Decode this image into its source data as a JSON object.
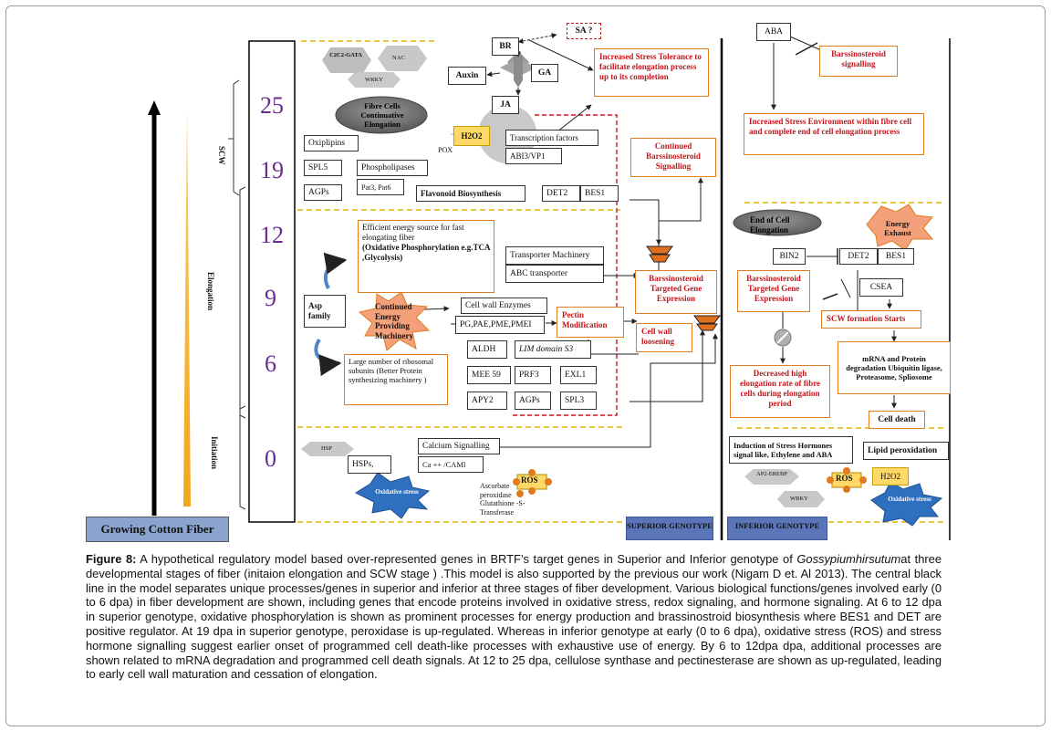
{
  "axis": {
    "growing_label": "Growing Cotton Fiber",
    "stages": {
      "scw": "SCW",
      "elongation": "Elongation",
      "initiation": "Initiation"
    },
    "dpa": [
      "25",
      "19",
      "12",
      "9",
      "6",
      "0"
    ]
  },
  "superior": {
    "hexes": {
      "c2c2": "C2C2-GATA",
      "nac": "NAC",
      "wrky": "WRKY"
    },
    "fibre_cells": "Fibre Cells Continuative Elongation",
    "h2o2": "H2O2",
    "pox": "POX",
    "oxiplipins": "Oxiplipins",
    "spl5": "SPL5",
    "agps_top": "AGPs",
    "phospholipases": "Phospholipases",
    "pat": "Pat3, Pat6",
    "flavonoid": "Flavonoid Biosynthesis",
    "transcription_factors": "Transcription factors",
    "abi3": "ABI3/VP1",
    "det2": "DET2",
    "bes1": "BES1",
    "hormones": {
      "br": "BR",
      "auxin": "Auxin",
      "ga": "GA",
      "ja": "JA",
      "sa": "SA ?"
    },
    "stress_tolerance": "Increased Stress Tolerance to facilitate elongation process up to its completion",
    "continued_brs": "Continued Barssinosteroid Signalling",
    "efficient_energy": "Efficient energy source for fast elongating fiber",
    "oxidative_phos": "(Oxidative Phosphorylation e.g.TCA ,Glycolysis)",
    "transporter": "Transporter Machinery",
    "abc": "ABC transporter",
    "asp": "Asp family",
    "energy_machinery": "Continued Energy Providing Machinery",
    "cell_wall_enzymes": "Cell wall Enzymes",
    "pg": "PG,PAE,PME,PMEI",
    "pectin": "Pectin Modification",
    "brs_target": "Barssinosteroid Targeted Gene Expression",
    "cell_wall_loosening": "Cell wall loosening",
    "aldh": "ALDH",
    "lim": "LIM domain S3",
    "mee59": "MEE 59",
    "prf3": "PRF3",
    "exl1": "EXL1",
    "apy2": "APY2",
    "agps": "AGPs",
    "spl3": "SPL3",
    "ribosomal": "Large number of ribosomal subunits (Better Protein synthesizing machinery )",
    "hsp": "HSP",
    "hsps": "HSPs,",
    "calcium": "Calcium Signalling",
    "cam": "Ca ++ /CAMl",
    "ros": "ROS",
    "ascorbate": "Ascorbate peroxidase Glutathione -S-Transferase",
    "oxidative_stress": "Oxidative stress",
    "genotype": "SUPERIOR GENOTYPE"
  },
  "inferior": {
    "aba": "ABA",
    "brs_signal": "Barssinosteroid signalling",
    "stress_env": "Increased Stress Environment within fibre cell and complete end of cell elongation process",
    "end_of_elongation": "End of Cell Elongation",
    "energy_exhaust": "Energy Exhaust",
    "bin2": "BIN2",
    "det2": "DET2",
    "bes1": "BES1",
    "brs_target": "Barssinosteroid Targeted Gene Expression",
    "cesa": "CSEA",
    "scw_starts": "SCW formation Starts",
    "mrna": "mRNA and Protein degradation Ubiquitin ligase, Proteasome, Spliosome",
    "decreased": "Decreased high elongation rate of fibre cells during elongation period",
    "cell_death": "Cell death",
    "induction": "Induction of Stress Hormones signal like, Ethylene and ABA",
    "lipid": "Lipid peroxidation",
    "ap2": "AP2-EREBP",
    "wrky": "WRKY",
    "ros": "ROS",
    "h2o2": "H2O2",
    "oxidative_stress": "Oxidative stress",
    "genotype": "INFERIOR GENOTYPE"
  },
  "caption": {
    "label": "Figure 8:",
    "species": "Gossypiumhirsutum",
    "text_before": " A hypothetical regulatory model based over-represented genes in BRTF’s target genes in Superior and Inferior genotype of ",
    "text_after": "at three developmental stages of fiber (initaion elongation and SCW stage ) .This model is also supported by the previous our work (Nigam D et. Al 2013). The central black line in the model separates unique processes/genes in superior and inferior at three stages of fiber development. Various biological functions/genes involved early (0 to 6 dpa) in fiber development are shown, including genes that encode proteins involved in oxidative stress, redox signaling, and hormone signaling. At 6 to 12 dpa in superior genotype, oxidative phosphorylation is shown as prominent processes for energy production and brassinostroid biosynthesis where BES1 and DET are positive regulator. At 19 dpa in superior genotype, peroxidase is up-regulated. Whereas in inferior genotype at early (0 to 6 dpa), oxidative stress (ROS) and stress hormone signalling suggest earlier onset of programmed cell death-like processes with exhaustive use of energy. By 6 to 12dpa dpa, additional processes are shown related to mRNA degradation and programmed cell death signals. At 12 to 25 dpa, cellulose synthase and pectinesterase are shown as up-regulated, leading to early cell wall maturation and cessation of elongation."
  },
  "colors": {
    "purple": "#6a2c91",
    "orange": "#e07b1f",
    "red": "#c0171e",
    "blue_label": "#5b76b8",
    "salmon": "#f4a07a",
    "gray": "#b8b8b8"
  }
}
